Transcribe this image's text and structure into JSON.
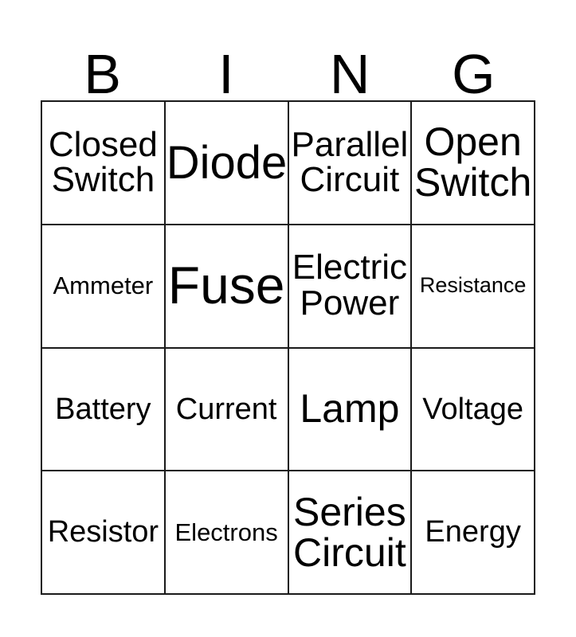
{
  "card": {
    "title": "BINGO",
    "header_letters": [
      "B",
      "I",
      "N",
      "G"
    ],
    "columns": 4,
    "rows": 4,
    "border_color": "#1a1a1a",
    "background_color": "#ffffff",
    "text_color": "#000000"
  },
  "cells": [
    {
      "id": "r1c1",
      "text": "Closed\nSwitch",
      "size": "fs-m",
      "lines": 2
    },
    {
      "id": "r1c2",
      "text": "Diode",
      "size": "fs-xl",
      "lines": 1
    },
    {
      "id": "r1c3",
      "text": "Parallel\nCircuit",
      "size": "fs-m",
      "lines": 2
    },
    {
      "id": "r1c4",
      "text": "Open\nSwitch",
      "size": "fs-l",
      "lines": 2
    },
    {
      "id": "r2c1",
      "text": "Ammeter",
      "size": "fs-xs",
      "lines": 1
    },
    {
      "id": "r2c2",
      "text": "Fuse",
      "size": "fs-xxl",
      "lines": 1
    },
    {
      "id": "r2c3",
      "text": "Electric\nPower",
      "size": "fs-m",
      "lines": 2
    },
    {
      "id": "r2c4",
      "text": "Resistance",
      "size": "fs-xxs",
      "lines": 1
    },
    {
      "id": "r3c1",
      "text": "Battery",
      "size": "fs-s",
      "lines": 1
    },
    {
      "id": "r3c2",
      "text": "Current",
      "size": "fs-s",
      "lines": 1
    },
    {
      "id": "r3c3",
      "text": "Lamp",
      "size": "fs-l",
      "lines": 1
    },
    {
      "id": "r3c4",
      "text": "Voltage",
      "size": "fs-s",
      "lines": 1
    },
    {
      "id": "r4c1",
      "text": "Resistor",
      "size": "fs-s",
      "lines": 1
    },
    {
      "id": "r4c2",
      "text": "Electrons",
      "size": "fs-xs",
      "lines": 1
    },
    {
      "id": "r4c3",
      "text": "Series\nCircuit",
      "size": "fs-l",
      "lines": 2
    },
    {
      "id": "r4c4",
      "text": "Energy",
      "size": "fs-s",
      "lines": 1
    }
  ]
}
